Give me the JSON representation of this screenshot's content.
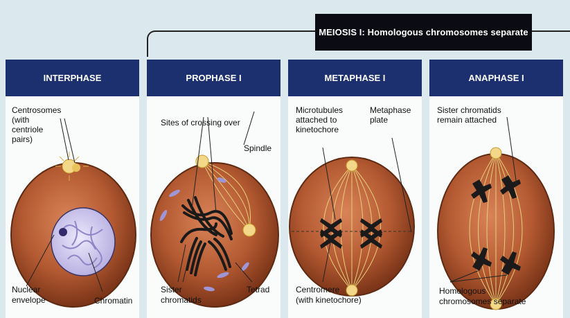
{
  "banner": "MEIOSIS I: Homologous chromosomes separate",
  "panels": [
    {
      "title": "INTERPHASE",
      "labels": {
        "centrosomes": "Centrosomes",
        "centrosomes_sub1": "(with",
        "centrosomes_sub2": "centriole",
        "centrosomes_sub3": "pairs)",
        "nuclear1": "Nuclear",
        "nuclear2": "envelope",
        "chromatin": "Chromatin"
      }
    },
    {
      "title": "PROPHASE I",
      "labels": {
        "crossing": "Sites of crossing over",
        "spindle": "Spindle",
        "sister1": "Sister",
        "sister2": "chromatids",
        "tetrad": "Tetrad"
      }
    },
    {
      "title": "METAPHASE I",
      "labels": {
        "micro1": "Microtubules",
        "micro2": "attached to",
        "micro3": "kinetochore",
        "plate1": "Metaphase",
        "plate2": "plate",
        "centromere1": "Centromere",
        "centromere2": "(with kinetochore)"
      }
    },
    {
      "title": "ANAPHASE I",
      "labels": {
        "sister1": "Sister chromatids",
        "sister2": "remain attached",
        "homolog1": "Homologous",
        "homolog2": "chromosomes separate"
      }
    }
  ],
  "colors": {
    "header": "#1c2f6e",
    "banner": "#0b0b14",
    "cell": "#b45a32",
    "chromosome": "#1a1a1a",
    "nucleus": "#c9c3ea",
    "spindle": "#e6cf7a"
  }
}
